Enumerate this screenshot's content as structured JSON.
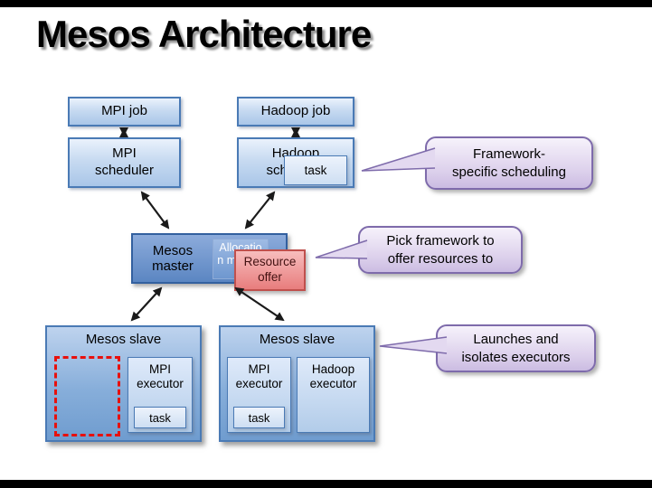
{
  "title": "Mesos Architecture",
  "nodes": {
    "mpi_job": "MPI job",
    "hadoop_job": "Hadoop job",
    "mpi_scheduler": "MPI\nscheduler",
    "hadoop_scheduler": "Hadoop\nscheduler",
    "scheduler_task": "task",
    "mesos_master": "Mesos\nmaster",
    "allocation_module": "Allocation module",
    "resource_offer": "Resource\noffer",
    "slave1_title": "Mesos slave",
    "slave2_title": "Mesos slave",
    "mpi_executor1": "MPI\nexecutor",
    "mpi_executor2": "MPI\nexecutor",
    "hadoop_executor": "Hadoop\nexecutor",
    "task1": "task",
    "task2": "task"
  },
  "callouts": {
    "framework": "Framework-\nspecific scheduling",
    "pick": "Pick framework to\noffer resources to",
    "launches": "Launches and\nisolates executors"
  },
  "colors": {
    "slide_background": "#ffffff",
    "letterbox": "#000000",
    "box_border": "#4a7ab5",
    "box_fill_light": "#c7daf1",
    "master_fill": "#5b86c2",
    "master_border": "#33609f",
    "slave_fill": "#87aeda",
    "allocation_text": "#ffffff",
    "resource_fill": "#e87d7d",
    "resource_border": "#c0504d",
    "callout_fill": "#ddd1ec",
    "callout_border": "#7e6bab",
    "dashed_rect": "#e8100c",
    "arrow": "#1a1a1a"
  }
}
